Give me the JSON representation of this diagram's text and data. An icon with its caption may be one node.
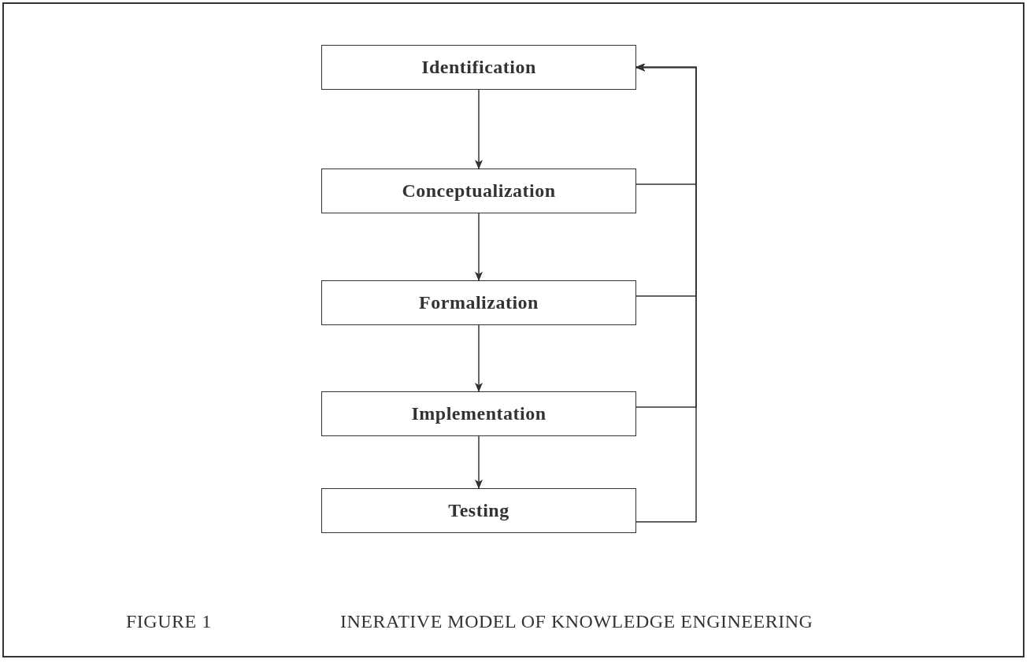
{
  "diagram": {
    "caption": "INERATIVE MODEL OF KNOWLEDGE ENGINEERING",
    "nodes": [
      {
        "text": [
          "Identification"
        ]
      },
      {
        "text": [
          "Conceptualization"
        ]
      },
      {
        "text": [
          "Formalization"
        ]
      },
      {
        "text": [
          "Implementation"
        ]
      },
      {
        "text": [
          "Testing"
        ]
      }
    ],
    "edges": [
      {
        "from": 0,
        "to": 1,
        "arrow": "to"
      },
      {
        "from": 1,
        "to": 2,
        "arrow": "to"
      },
      {
        "from": 2,
        "to": 3,
        "arrow": "to"
      },
      {
        "from": 3,
        "to": 4,
        "arrow": "to"
      },
      {
        "from": 1,
        "to": 0,
        "arrow": "to"
      },
      {
        "from": 2,
        "to": 0,
        "arrow": "to"
      },
      {
        "from": 3,
        "to": 0,
        "arrow": "to"
      },
      {
        "from": 4,
        "to": 0,
        "arrow": "to"
      }
    ],
    "labels": [
      "FIGURE 1"
    ]
  }
}
